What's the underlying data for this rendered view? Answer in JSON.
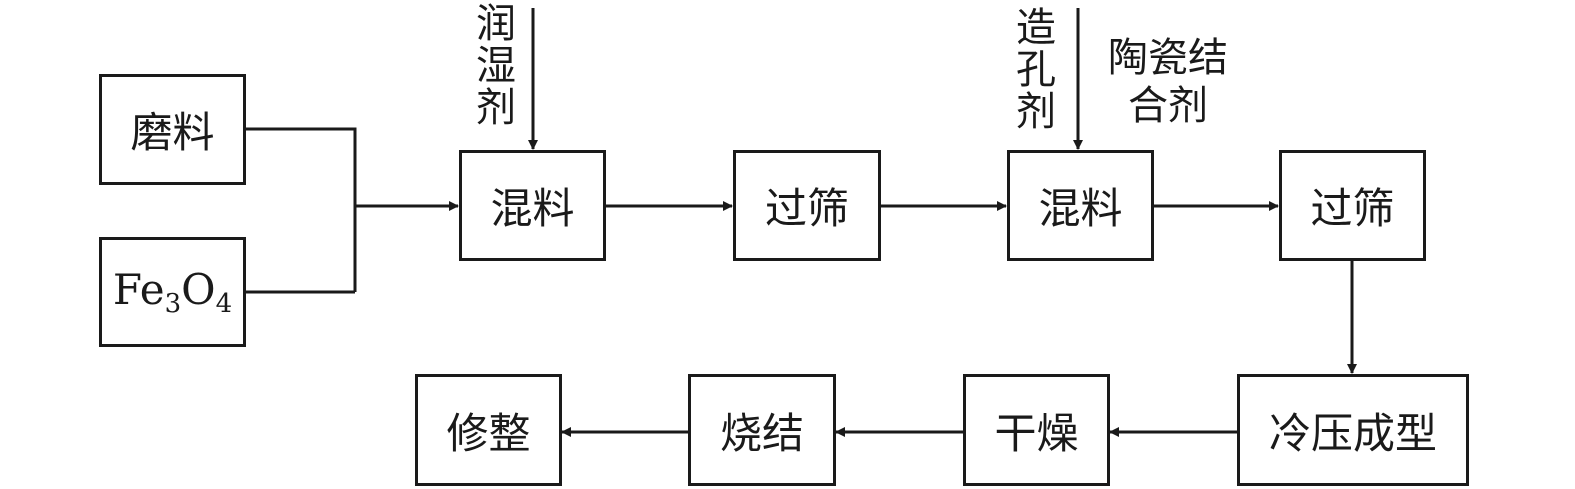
{
  "nodes": {
    "grinding": "磨料",
    "fe3o4_base": "Fe",
    "fe3o4_sub1": "3",
    "fe3o4_mid": "O",
    "fe3o4_sub2": "4",
    "mix1": "混料",
    "sieve1": "过筛",
    "mix2": "混料",
    "sieve2": "过筛",
    "cold_press": "冷压成型",
    "drying": "干燥",
    "sintering": "烧结",
    "trimming": "修整"
  },
  "inputs": {
    "wetting_agent": "润湿剂",
    "pore_former": "造孔剂",
    "ceramic_binder_line1": "陶瓷结",
    "ceramic_binder_line2": "合剂"
  }
}
